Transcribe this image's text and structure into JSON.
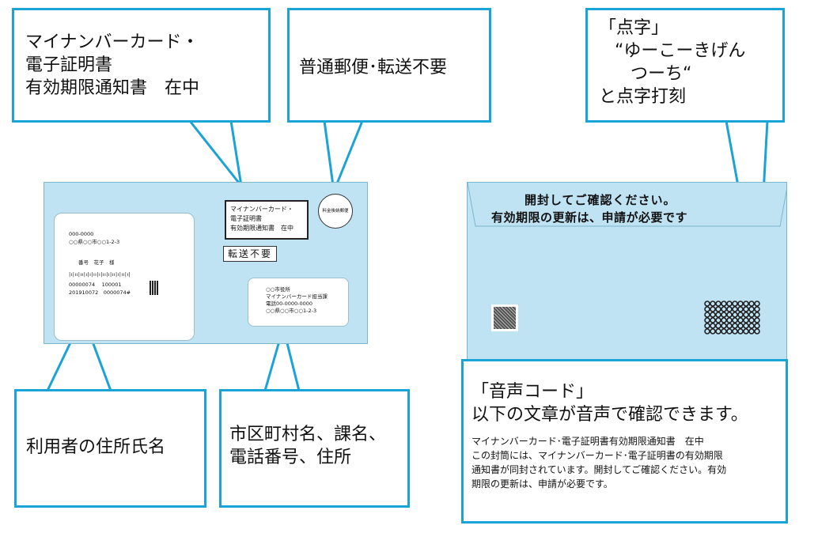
{
  "callouts": {
    "front_label": [
      "マイナンバーカード・",
      "電子証明書",
      "有効期限通知書　在中"
    ],
    "mail_type": "普通郵便･転送不要",
    "braille": [
      "「点字」",
      "“ゆーこーきげん",
      "つーち“",
      "と点字打刻"
    ],
    "recipient": "利用者の住所氏名",
    "sender": [
      "市区町村名、課名、",
      "電話番号、住所"
    ],
    "voice_code": {
      "title": "「音声コード」",
      "subtitle": "以下の文章が音声で確認できます。",
      "body": [
        "マイナンバーカード･電子証明書有効期限通知書　在中",
        "この封筒には、マイナンバーカード･電子証明書の有効期限",
        "通知書が同封されています。開封してご確認ください。有効",
        "期限の更新は、申請が必要です。"
      ]
    }
  },
  "front_envelope": {
    "window": {
      "postal": "000-0000",
      "address": "○○県○○市○○1-2-3",
      "name": "番号　花子　様",
      "barcode": "|ı|ıı|ıı|ı|ı|ıı|ı|ıı|ı|ıı|ı|ıı|ı|",
      "code_row1": "00000074　 100001",
      "code_row2": "201910072　0000074#"
    },
    "enclosed_box": [
      "マイナンバーカード・",
      "電子証明書",
      "有効期限通知書　在中"
    ],
    "no_forward": "転送不要",
    "postage_stamp": "料金後納郵便",
    "sender_window": [
      "○○市役所",
      "マイナンバーカード担当課",
      "電話00-0000-0000",
      "○○県○○市○○1-2-3"
    ]
  },
  "back_envelope": {
    "heading": [
      "開封してご確認ください。",
      "有効期限の更新は、申請が必要です"
    ]
  },
  "colors": {
    "callout_border": "#1aa3d6",
    "envelope": "#bfe3f3"
  }
}
